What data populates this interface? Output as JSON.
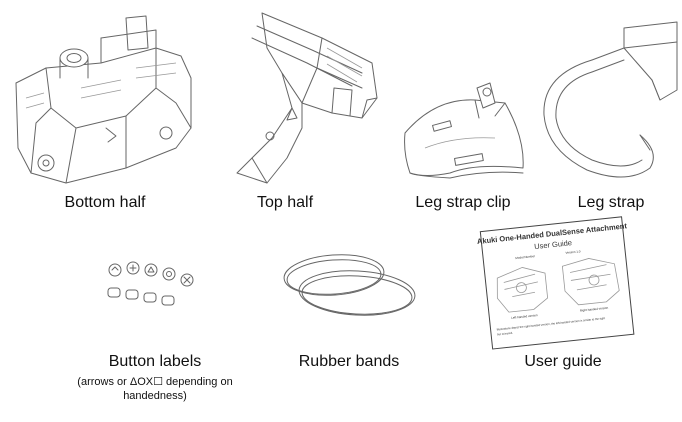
{
  "items": [
    {
      "key": "bottom_half",
      "label": "Bottom half"
    },
    {
      "key": "top_half",
      "label": "Top half"
    },
    {
      "key": "leg_strap_clip",
      "label": "Leg strap clip"
    },
    {
      "key": "leg_strap",
      "label": "Leg strap"
    },
    {
      "key": "button_labels",
      "label": "Button labels",
      "note": "(arrows or ΔOX☐ depending on handedness)"
    },
    {
      "key": "rubber_bands",
      "label": "Rubber bands"
    },
    {
      "key": "user_guide",
      "label": "User guide"
    }
  ],
  "guide": {
    "title": "Akuki One-Handed DualSense Attachment",
    "subtitle": "User Guide",
    "meta_left": "Model Number",
    "meta_right": "Version 1.0",
    "caption_left": "Left-handed version",
    "caption_right": "Right-handed version",
    "footer_1": "Illustrations depict the right-handed version, the left-handed version is similar to the right",
    "footer_2": "but mirrored."
  },
  "colors": {
    "line": "#666666",
    "background": "#ffffff"
  }
}
